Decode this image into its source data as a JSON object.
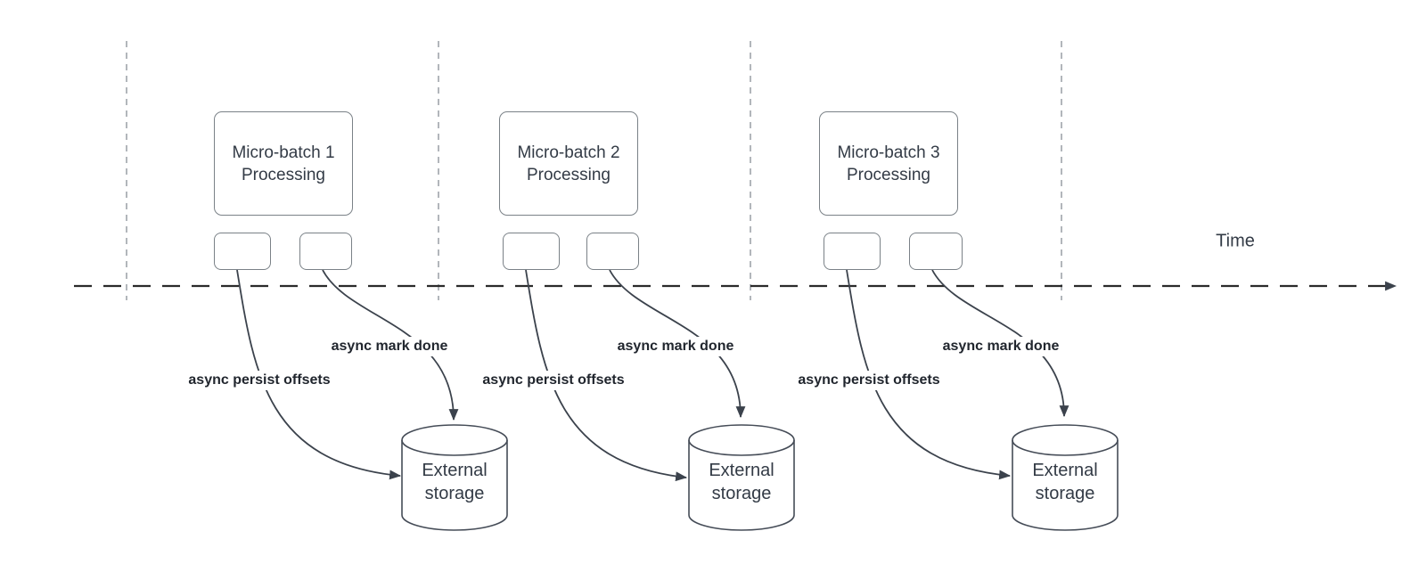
{
  "timeline": {
    "label": "Time"
  },
  "groups": [
    {
      "batch_label": "Micro-batch 1\nProcessing",
      "persist_label": "async persist offsets",
      "done_label": "async mark done",
      "storage_label": "External\nstorage"
    },
    {
      "batch_label": "Micro-batch 2\nProcessing",
      "persist_label": "async persist offsets",
      "done_label": "async mark done",
      "storage_label": "External\nstorage"
    },
    {
      "batch_label": "Micro-batch 3\nProcessing",
      "persist_label": "async persist offsets",
      "done_label": "async mark done",
      "storage_label": "External\nstorage"
    }
  ],
  "colors": {
    "canvas_bg": "#ffffff",
    "shape_border": "#7a8187",
    "arrow_stroke": "#3b424c",
    "cylinder_stroke": "#454c57",
    "guide_line": "#b2b6bb",
    "timeline_stroke": "#2b2b2b",
    "box_text": "#333b46",
    "edge_label_text": "#21262e"
  }
}
